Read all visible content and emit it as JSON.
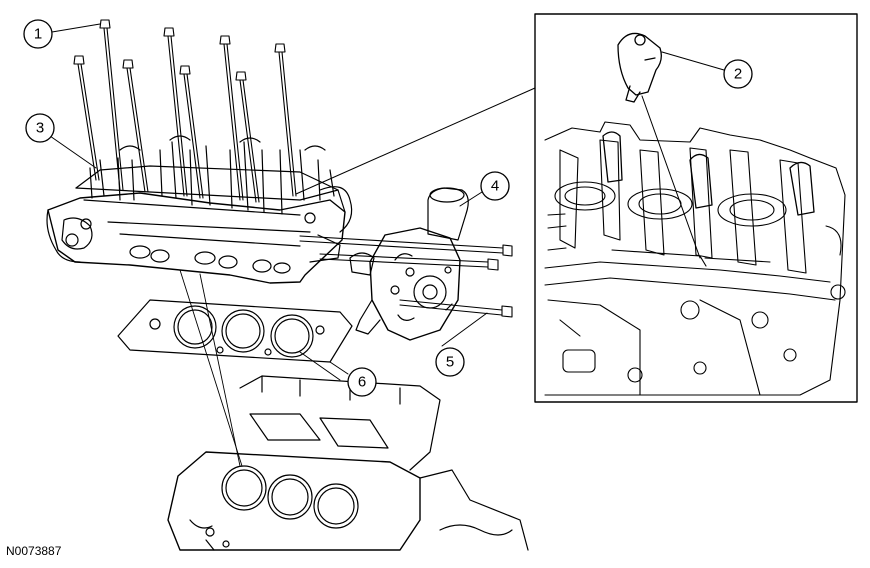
{
  "figure_id": "N0073887",
  "callouts": [
    {
      "number": "1"
    },
    {
      "number": "2"
    },
    {
      "number": "3"
    },
    {
      "number": "4"
    },
    {
      "number": "5"
    },
    {
      "number": "6"
    }
  ]
}
